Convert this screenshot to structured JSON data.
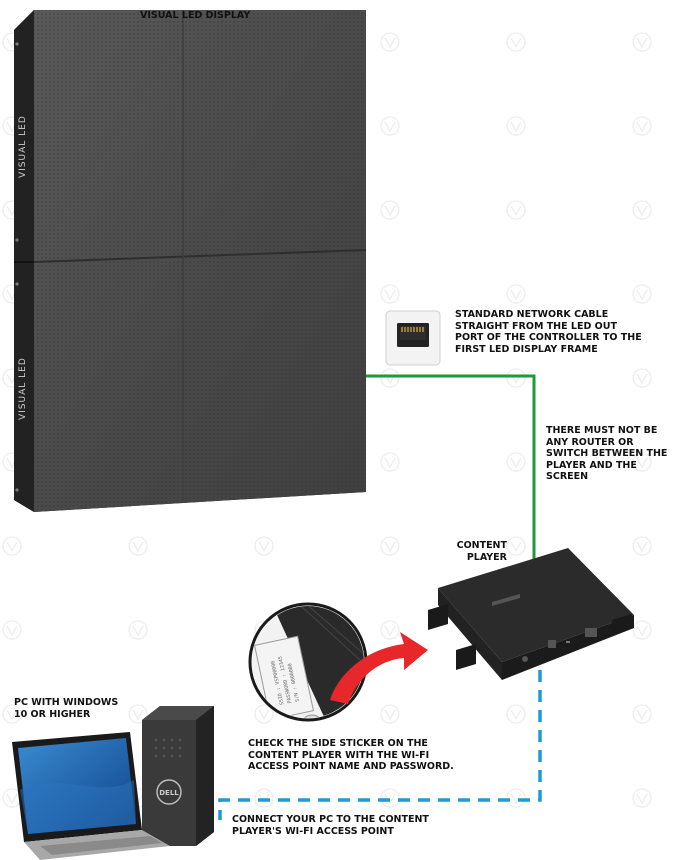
{
  "labels": {
    "display_title": "VISUAL LED DISPLAY",
    "cable_note": "STANDARD NETWORK CABLE STRAIGHT FROM THE LED OUT PORT OF THE CONTROLLER TO THE FIRST LED DISPLAY FRAME",
    "router_note": "THERE MUST NOT BE ANY ROUTER OR SWITCH BETWEEN THE PLAYER AND THE SCREEN",
    "player_title": "CONTENT PLAYER",
    "pc_title": "PC WITH WINDOWS 10 OR HIGHER",
    "sticker_note": "CHECK THE SIDE STICKER ON THE CONTENT PLAYER WITH THE WI-FI ACCESS POINT NAME AND PASSWORD.",
    "wifi_note": "CONNECT YOUR PC TO THE CONTENT PLAYER'S WI-FI ACCESS POINT"
  },
  "branding": {
    "panel_logo": "VISUAL LED",
    "watermark": "VISUAL LED",
    "pc_brand": "DELL"
  },
  "colors": {
    "network_cable": "#1f9a3a",
    "wifi_link": "#1e9ad6",
    "arrow": "#e8272a"
  },
  "icons": {
    "ethernet": "ethernet-port-icon",
    "arrow": "curved-arrow-icon"
  }
}
